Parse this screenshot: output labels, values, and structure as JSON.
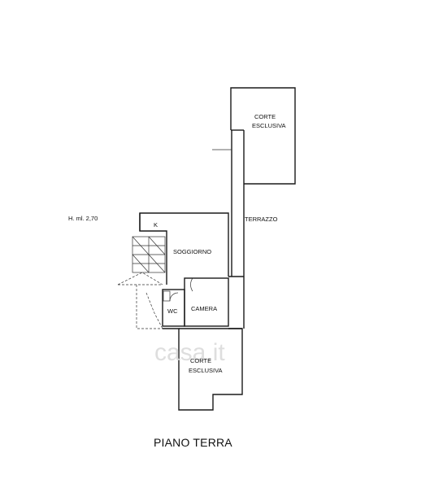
{
  "plan": {
    "title": "PIANO TERRA",
    "height_note": "H. ml. 2,70",
    "rooms": {
      "corte_top_line1": "CORTE",
      "corte_top_line2": "ESCLUSIVA",
      "terrazzo": "TERRAZZO",
      "kitchen": "K",
      "soggiorno": "SOGGIORNO",
      "camera": "CAMERA",
      "wc": "WC",
      "corte_bottom_line1": "CORTE",
      "corte_bottom_line2": "ESCLUSIVA"
    },
    "watermark": "casa.it"
  }
}
